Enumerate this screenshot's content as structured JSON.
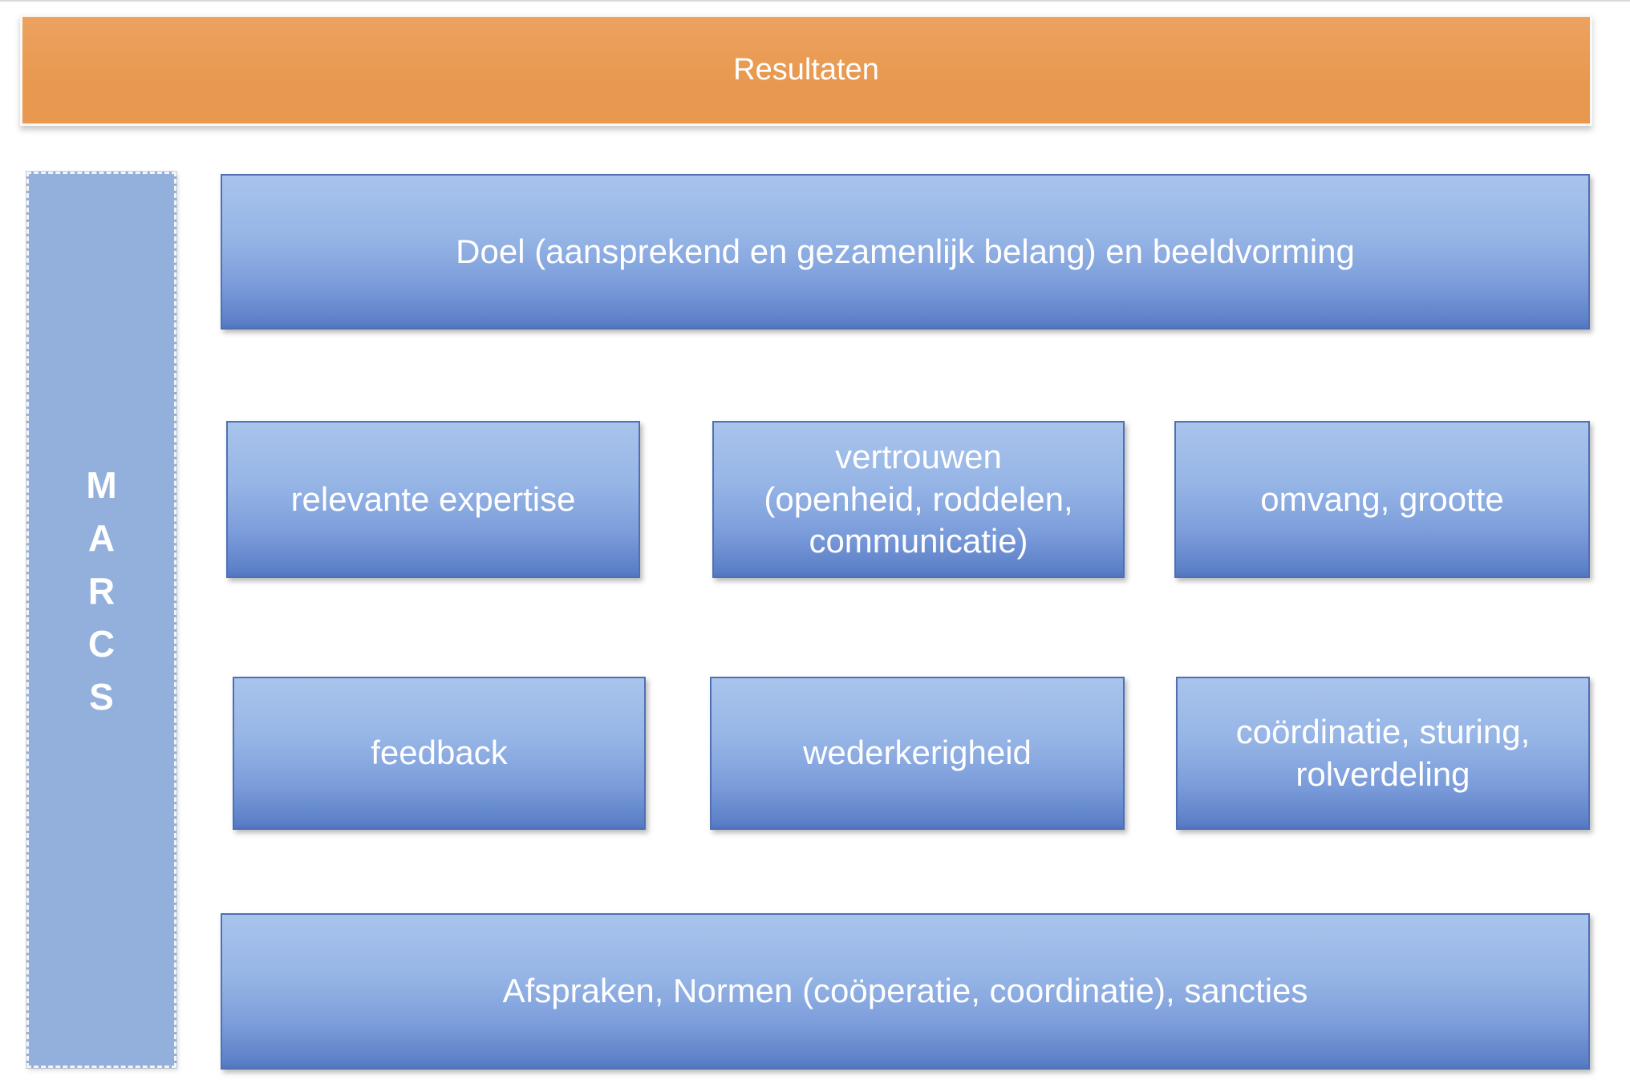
{
  "header": {
    "label": "Resultaten"
  },
  "sidebar": {
    "text": "M\nA\nR\nC\nS"
  },
  "boxes": {
    "doel": {
      "label": "Doel (aansprekend en gezamenlijk belang) en beeldvorming"
    },
    "relevante_expertise": {
      "label": "relevante expertise"
    },
    "vertrouwen": {
      "label": "vertrouwen\n(openheid, roddelen,\ncommunicatie)"
    },
    "omvang": {
      "label": "omvang, grootte"
    },
    "feedback": {
      "label": "feedback"
    },
    "wederkerigheid": {
      "label": "wederkerigheid"
    },
    "coordinatie": {
      "label": "coördinatie, sturing,\nrolverdeling"
    },
    "afspraken": {
      "label": "Afspraken, Normen (coöperatie, coordinatie), sancties"
    }
  },
  "colors": {
    "accent-orange": "#e8994f",
    "box-blue-top": "#a9c4ec",
    "box-blue-bottom": "#5c80c8",
    "box-border-blue": "#4f71b4",
    "sidebar-blue": "#93afdc",
    "label-text": "#ffffff"
  }
}
